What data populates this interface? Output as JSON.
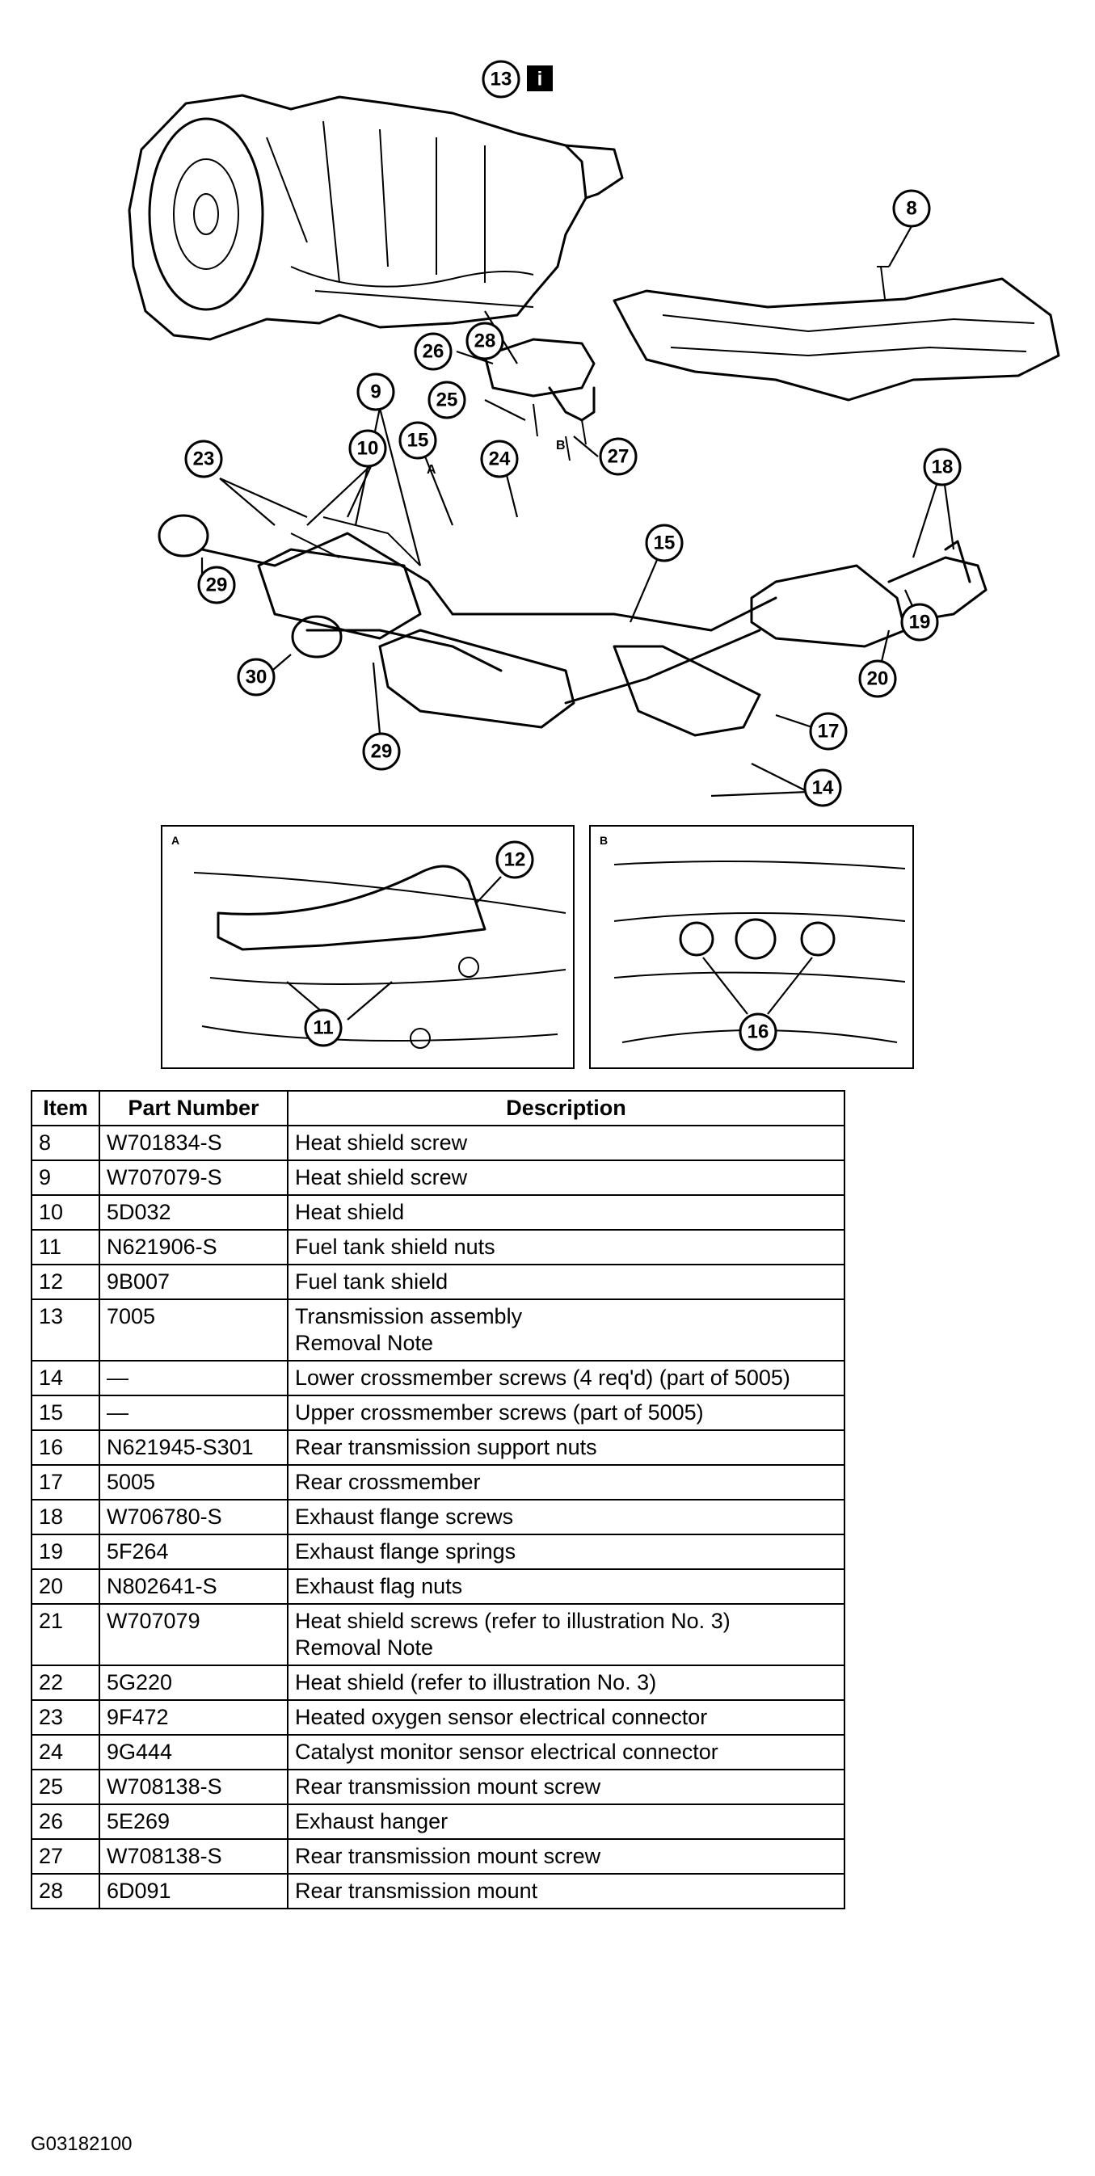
{
  "table": {
    "headers": [
      "Item",
      "Part Number",
      "Description"
    ],
    "rows": [
      {
        "item": "8",
        "part": "W701834-S",
        "desc": [
          "Heat shield screw"
        ]
      },
      {
        "item": "9",
        "part": "W707079-S",
        "desc": [
          "Heat shield screw"
        ]
      },
      {
        "item": "10",
        "part": "5D032",
        "desc": [
          "Heat shield"
        ]
      },
      {
        "item": "11",
        "part": "N621906-S",
        "desc": [
          "Fuel tank shield nuts"
        ]
      },
      {
        "item": "12",
        "part": "9B007",
        "desc": [
          "Fuel tank shield"
        ]
      },
      {
        "item": "13",
        "part": "7005",
        "desc": [
          "Transmission assembly",
          "Removal Note"
        ]
      },
      {
        "item": "14",
        "part": "—",
        "desc": [
          "Lower crossmember screws (4 req'd) (part of 5005)"
        ]
      },
      {
        "item": "15",
        "part": "—",
        "desc": [
          "Upper crossmember screws (part of 5005)"
        ]
      },
      {
        "item": "16",
        "part": "N621945-S301",
        "desc": [
          "Rear transmission support nuts"
        ]
      },
      {
        "item": "17",
        "part": "5005",
        "desc": [
          "Rear crossmember"
        ]
      },
      {
        "item": "18",
        "part": "W706780-S",
        "desc": [
          "Exhaust flange screws"
        ]
      },
      {
        "item": "19",
        "part": "5F264",
        "desc": [
          "Exhaust flange springs"
        ]
      },
      {
        "item": "20",
        "part": "N802641-S",
        "desc": [
          "Exhaust flag nuts"
        ]
      },
      {
        "item": "21",
        "part": "W707079",
        "desc": [
          "Heat shield screws (refer to illustration No. 3)",
          "Removal Note"
        ]
      },
      {
        "item": "22",
        "part": "5G220",
        "desc": [
          "Heat shield (refer to illustration No. 3)"
        ]
      },
      {
        "item": "23",
        "part": "9F472",
        "desc": [
          "Heated oxygen sensor electrical connector"
        ]
      },
      {
        "item": "24",
        "part": "9G444",
        "desc": [
          "Catalyst monitor sensor electrical connector"
        ]
      },
      {
        "item": "25",
        "part": "W708138-S",
        "desc": [
          "Rear transmission mount screw"
        ]
      },
      {
        "item": "26",
        "part": "5E269",
        "desc": [
          "Exhaust hanger"
        ]
      },
      {
        "item": "27",
        "part": "W708138-S",
        "desc": [
          "Rear transmission mount screw"
        ]
      },
      {
        "item": "28",
        "part": "6D091",
        "desc": [
          "Rear transmission mount"
        ]
      }
    ]
  },
  "callouts": {
    "c13": "13",
    "info": "i",
    "c8": "8",
    "c28": "28",
    "c26": "26",
    "c25": "25",
    "c27": "27",
    "c9": "9",
    "c10": "10",
    "c15a": "15",
    "c23": "23",
    "c24": "24",
    "c15b": "15",
    "c18": "18",
    "c19": "19",
    "c20": "20",
    "c17": "17",
    "c14": "14",
    "c29a": "29",
    "c29b": "29",
    "c30": "30",
    "c12": "12",
    "c11": "11",
    "c16": "16",
    "markA": "A",
    "markB": "B",
    "insetA": "A",
    "insetB": "B"
  },
  "figure_id": "G03182100"
}
